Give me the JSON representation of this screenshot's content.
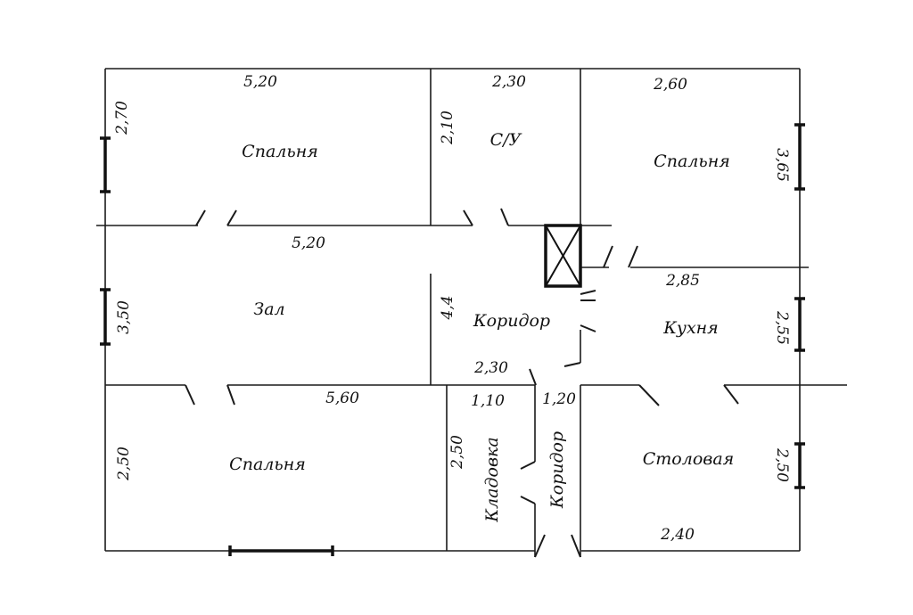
{
  "plan": {
    "rooms": {
      "bedroom_top_left": "Спальня",
      "bathroom": "С/У",
      "bedroom_top_right": "Спальня",
      "hall": "Зал",
      "corridor_main": "Коридор",
      "kitchen": "Кухня",
      "bedroom_bottom_left": "Спальня",
      "storage": "Кладовка",
      "corridor_small": "Коридор",
      "dining": "Столовая"
    },
    "dimensions": {
      "bedroom_top_left_width": "5,20",
      "bedroom_top_left_height": "2,70",
      "bathroom_width": "2,30",
      "bathroom_height": "2,10",
      "bedroom_top_right_width": "2,60",
      "bedroom_top_right_height": "3,65",
      "hall_width": "5,20",
      "hall_height": "3,50",
      "corridor_height": "4,4",
      "corridor_width": "2,30",
      "kitchen_width": "2,85",
      "kitchen_height": "2,55",
      "bedroom_bottom_left_width": "5,60",
      "bedroom_bottom_left_height": "2,50",
      "storage_width": "1,10",
      "storage_height": "2,50",
      "corridor_small_width": "1,20",
      "dining_height": "2,50",
      "dining_width": "2,40"
    }
  }
}
